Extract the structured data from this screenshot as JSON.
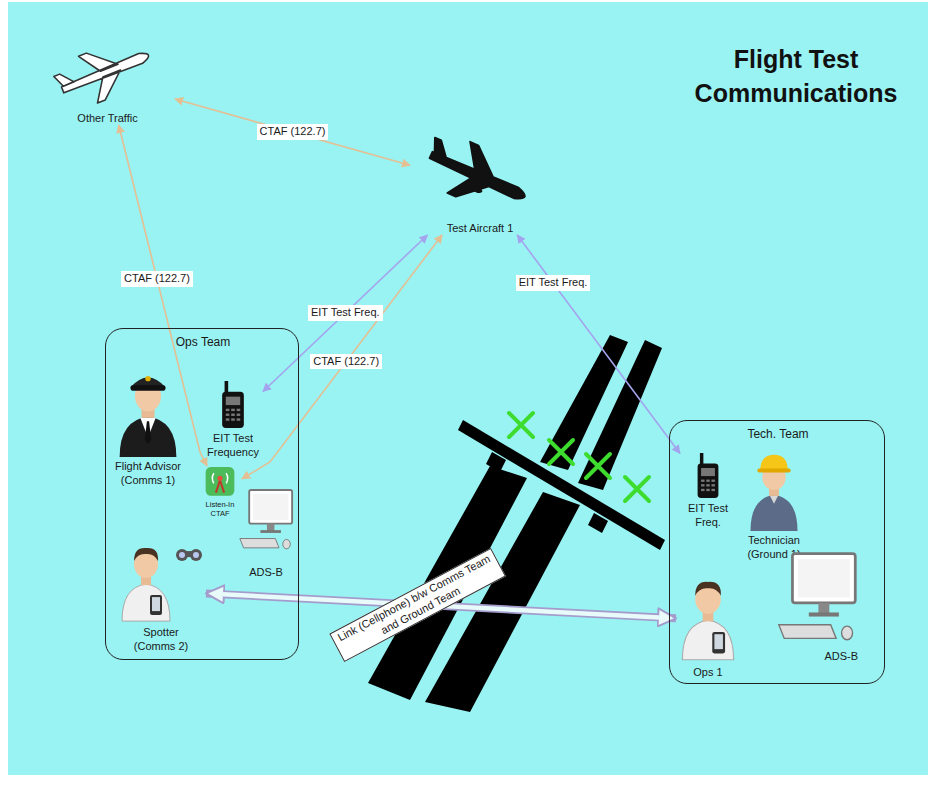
{
  "diagram": {
    "title": "Flight Test Communications",
    "nodes": [
      {
        "text": [
          "Other Traffic"
        ]
      },
      {
        "text": [
          "Test Aircraft 1"
        ]
      },
      {
        "text": [
          "Ops Team"
        ]
      },
      {
        "text": [
          "EIT Test Frequency"
        ],
        "in": 2
      },
      {
        "text": [
          "Flight Advisor (Comms 1)"
        ],
        "in": 2
      },
      {
        "text": [
          "Listen-In CTAF"
        ],
        "in": 2
      },
      {
        "text": [
          "ADS-B"
        ],
        "in": 2
      },
      {
        "text": [
          "Spotter (Comms 2)"
        ],
        "in": 2
      },
      {
        "text": [
          "Tech. Team"
        ]
      },
      {
        "text": [
          "EIT Test Freq."
        ],
        "in": 8
      },
      {
        "text": [
          "Technician (Ground 1)"
        ],
        "in": 8
      },
      {
        "text": [
          "Ops 1"
        ],
        "in": 8
      },
      {
        "text": [
          "ADS-B"
        ],
        "in": 8
      }
    ],
    "edges": [
      {
        "from": 0,
        "to": 1,
        "label": "CTAF (122.7)",
        "arrow": "both"
      },
      {
        "from": 5,
        "to": 0,
        "label": "CTAF (122.7)",
        "arrow": "both"
      },
      {
        "from": 1,
        "to": 3,
        "label": "EIT Test Freq.",
        "arrow": "both"
      },
      {
        "from": 1,
        "to": 5,
        "label": "CTAF (122.7)",
        "arrow": "both"
      },
      {
        "from": 1,
        "to": 9,
        "label": "EIT Test Freq.",
        "arrow": "both"
      },
      {
        "from": 7,
        "to": 11,
        "label": "Link (Cellphone) b/w Comms Team and Ground Team",
        "arrow": "both"
      }
    ]
  }
}
